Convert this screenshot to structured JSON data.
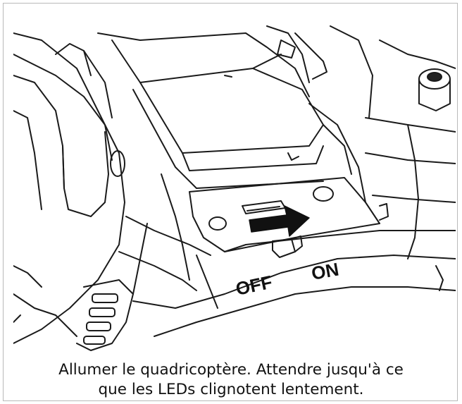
{
  "illustration": {
    "switch_label_off": "OFF",
    "switch_label_on": "ON",
    "arrow_icon": "right-arrow-icon"
  },
  "caption": {
    "line1": "Allumer le quadricoptère. Attendre jusqu'à ce",
    "line2": "que les LEDs clignotent lentement."
  }
}
